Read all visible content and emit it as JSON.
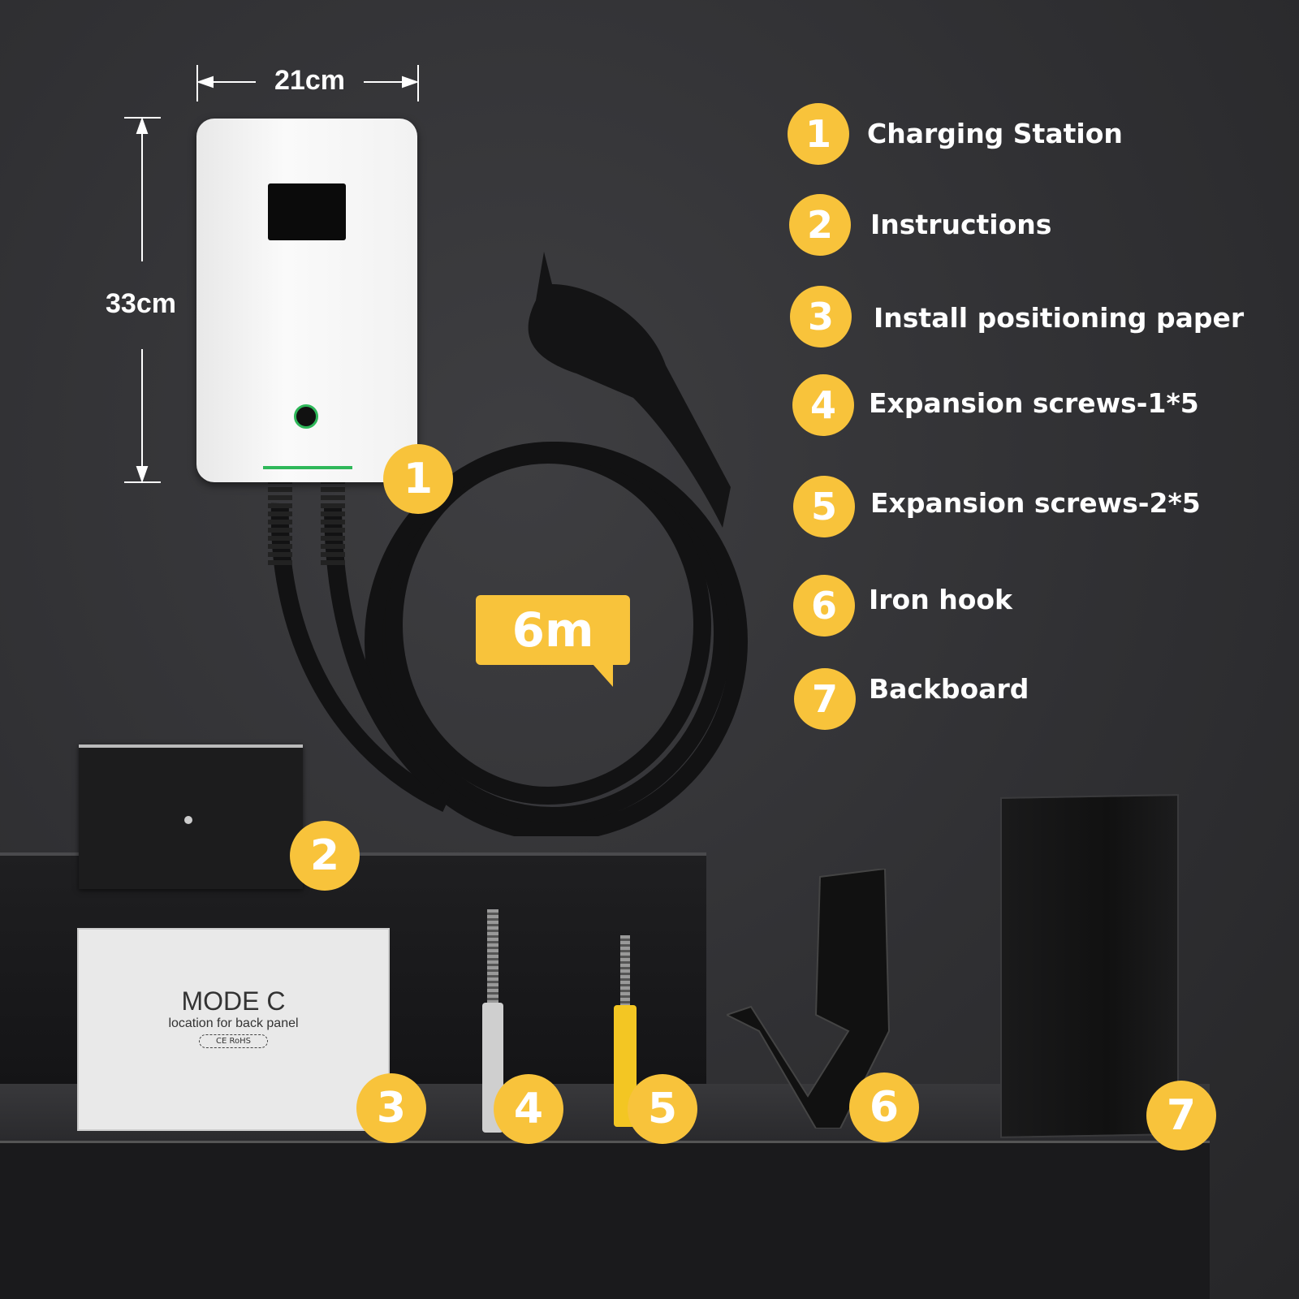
{
  "dimensions": {
    "width": "21cm",
    "height": "33cm"
  },
  "cable_length": "6m",
  "accent_color": "#f8c33b",
  "legend": [
    {
      "number": "1",
      "label": "Charging Station"
    },
    {
      "number": "2",
      "label": "Instructions"
    },
    {
      "number": "3",
      "label": "Install positioning paper"
    },
    {
      "number": "4",
      "label": "Expansion screws-1*5"
    },
    {
      "number": "5",
      "label": "Expansion screws-2*5"
    },
    {
      "number": "6",
      "label": "Iron hook"
    },
    {
      "number": "7",
      "label": "Backboard"
    }
  ],
  "paper": {
    "title": "MODE C",
    "subtitle": "location for back panel",
    "marks": "CE RoHS"
  }
}
